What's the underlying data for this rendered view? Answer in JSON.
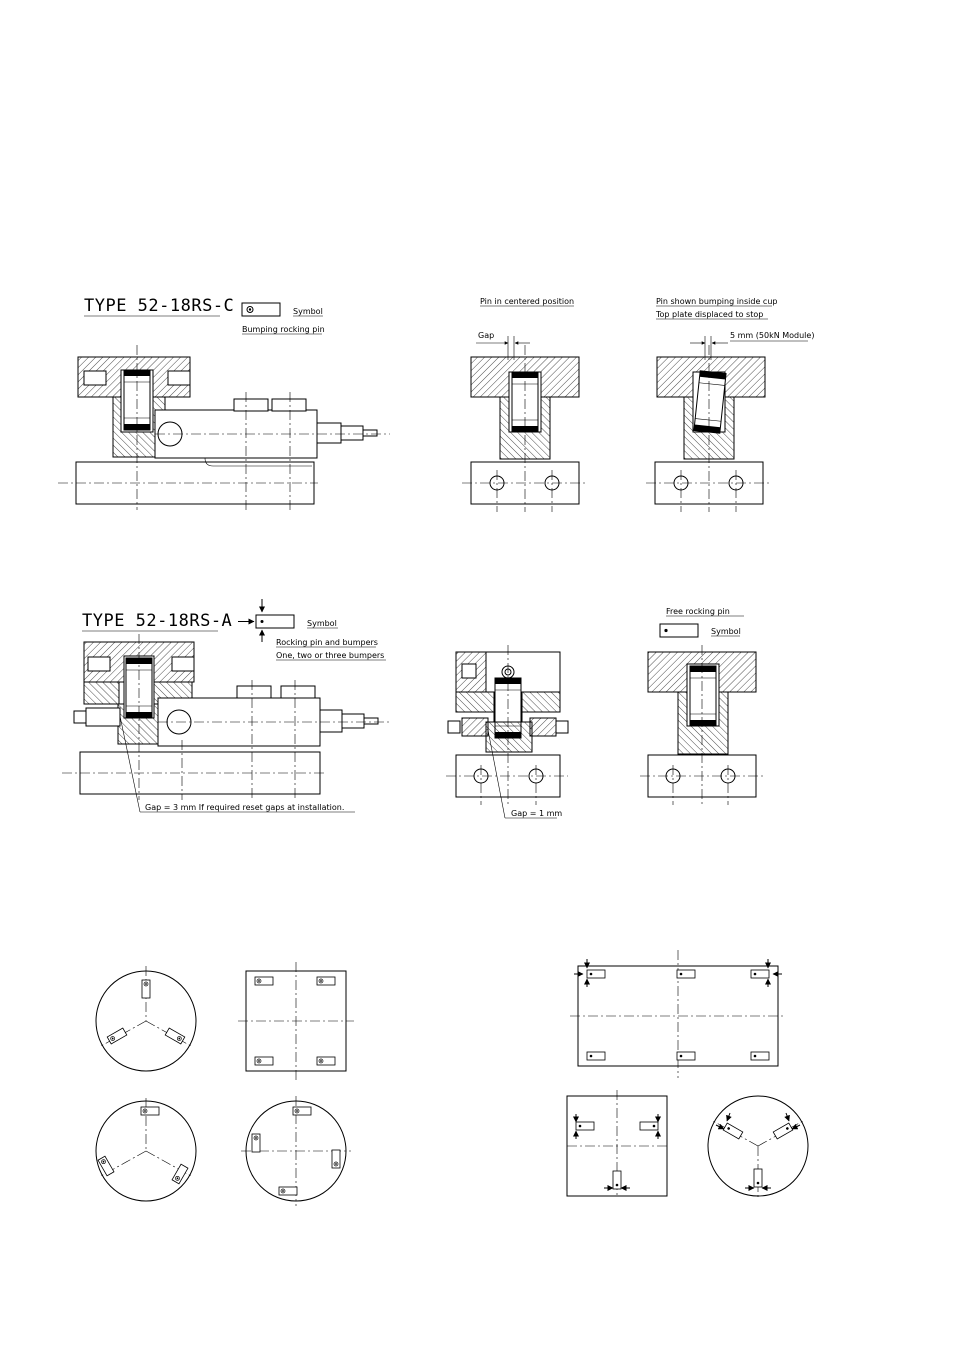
{
  "section1": {
    "title": "TYPE 52-18RS-C",
    "symbol_label": "Symbol",
    "symbol_caption": "Bumping rocking pin",
    "centered_label": "Pin in centered position",
    "gap_label": "Gap",
    "bumping_label_1": "Pin shown bumping inside cup",
    "bumping_label_2": "Top plate displaced to stop",
    "displacement_label": "5 mm (50kN Module)"
  },
  "section2": {
    "title": "TYPE 52-18RS-A",
    "symbol_label": "Symbol",
    "caption_1": "Rocking pin and bumpers",
    "caption_2": "One, two or three bumpers",
    "gap3_label": "Gap = 3 mm    If required reset gaps at installation.",
    "gap1_label": "Gap = 1 mm",
    "free_label": "Free rocking pin",
    "free_symbol_label": "Symbol"
  }
}
